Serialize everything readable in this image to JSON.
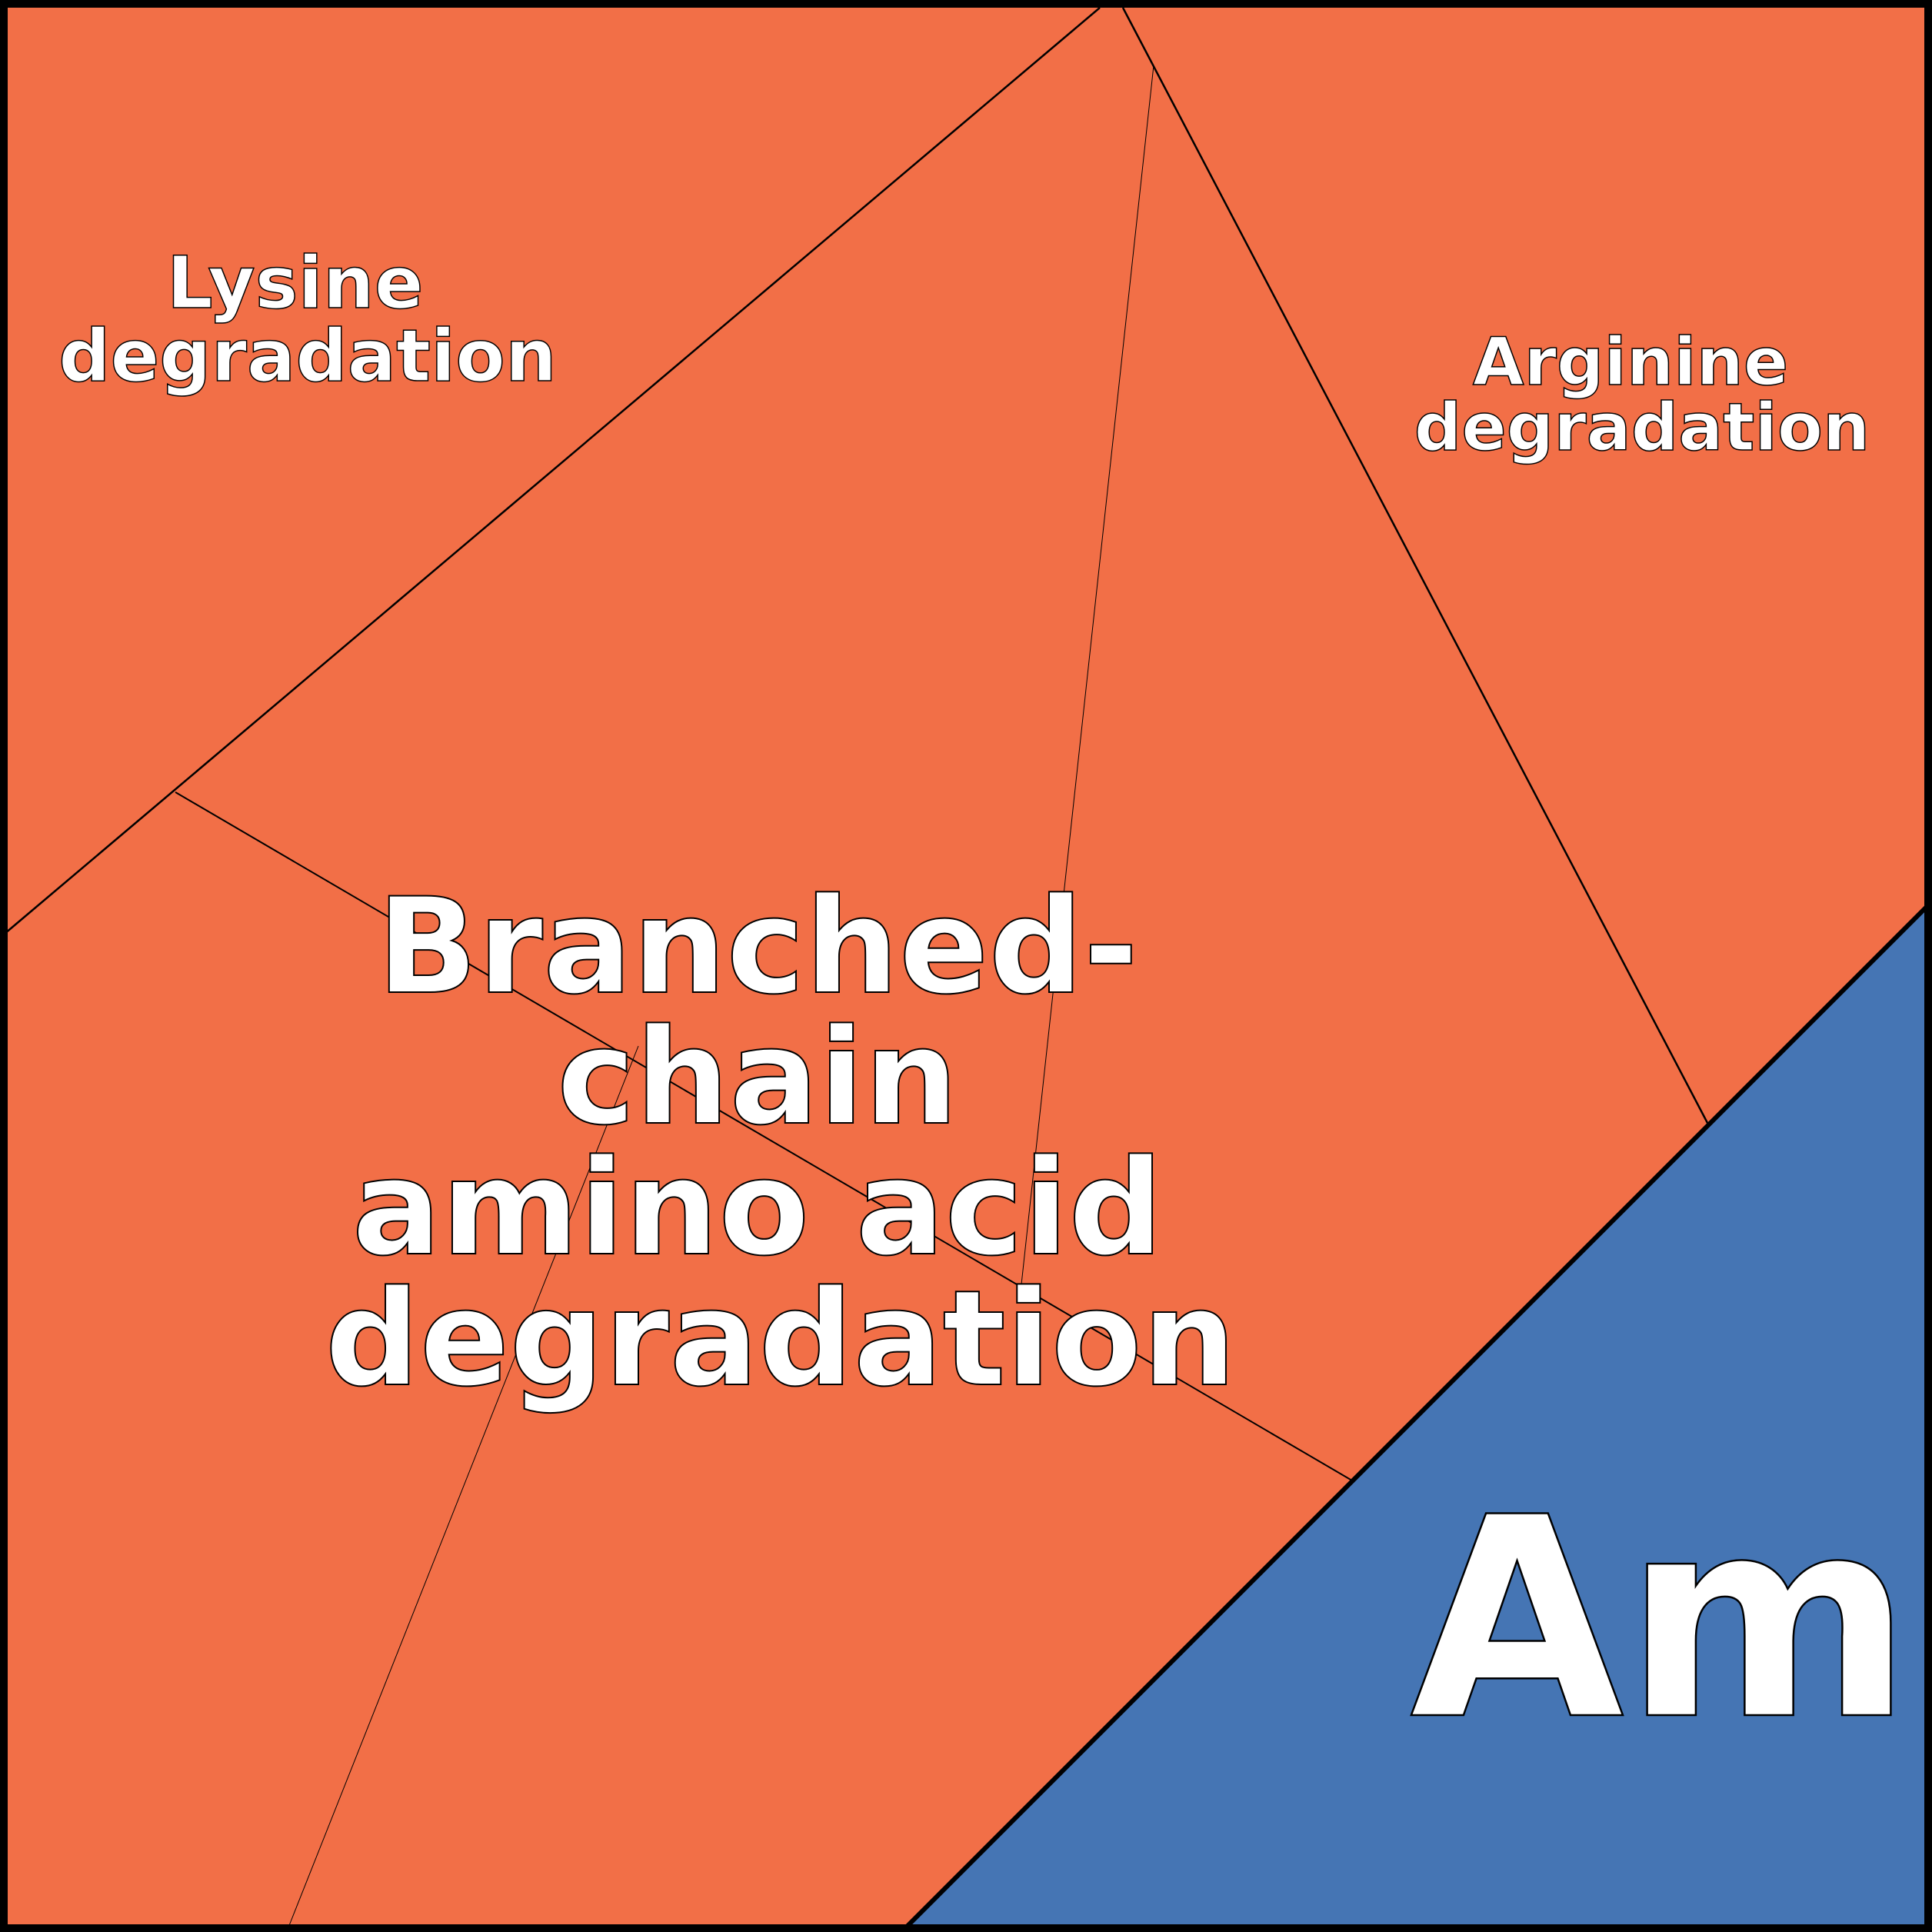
{
  "colors": {
    "orange_region": "#F26F47",
    "blue_region": "#4575B4",
    "outline": "#000000",
    "label_fill": "#FFFFFF"
  },
  "regions": [
    {
      "name": "lysine-degradation",
      "label_lines": [
        "Lysine",
        "degradation"
      ]
    },
    {
      "name": "arginine-degradation",
      "label_lines": [
        "Arginine",
        "degradation"
      ]
    },
    {
      "name": "branched-chain-amino-acid-degradation",
      "label_lines": [
        "Branched-",
        "chain",
        "amino acid",
        "degradation"
      ]
    },
    {
      "name": "am",
      "label_lines": [
        "Am"
      ]
    }
  ]
}
